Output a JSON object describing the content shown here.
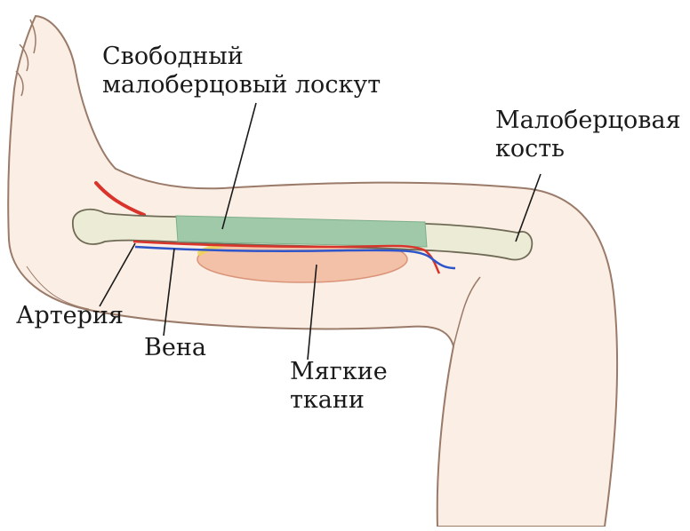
{
  "labels": {
    "free_fibula_flap": {
      "line1": "Свободный",
      "line2": "малоберцовый лоскут"
    },
    "fibula_bone": {
      "line1": "Малоберцовая",
      "line2": "кость"
    },
    "artery": "Артерия",
    "vein": "Вена",
    "soft_tissue": {
      "line1": "Мягкие",
      "line2": "ткани"
    }
  },
  "colors": {
    "skin_fill": "#fbeee4",
    "skin_outline": "#9a7b6a",
    "bone_fill": "#ecebd6",
    "bone_outline": "#6f6a55",
    "flap_fill": "#9fc9a8",
    "artery": "#d8342c",
    "vein": "#2d55c9",
    "soft_tissue_fill": "#f3c1a7",
    "fat_yellow": "#f0d35a",
    "pointer_line": "#1a1a1a"
  }
}
